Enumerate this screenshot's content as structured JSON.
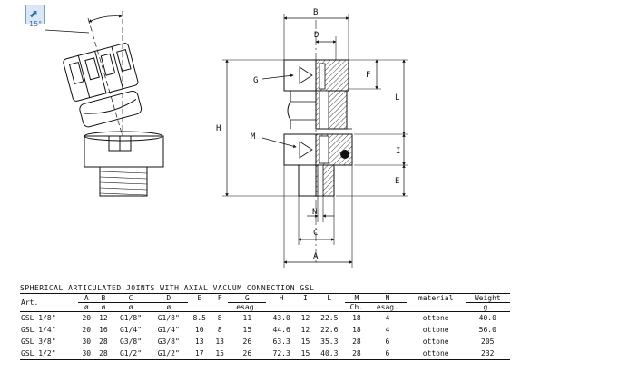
{
  "diagram": {
    "dimension_labels": {
      "B": "B",
      "D": "D",
      "F": "F",
      "G": "G",
      "H": "H",
      "L": "L",
      "M": "M",
      "I": "I",
      "E": "E",
      "N": "N",
      "C": "C",
      "A": "A"
    },
    "angle_label": "15°"
  },
  "table": {
    "title": "SPHERICAL ARTICULATED JOINTS WITH AXIAL VACUUM CONNECTION GSL",
    "headers": {
      "art": "Art.",
      "A": "A",
      "A_sub": "ø",
      "B": "B",
      "B_sub": "ø",
      "C": "C",
      "C_sub": "ø",
      "D": "D",
      "D_sub": "ø",
      "E": "E",
      "F": "F",
      "G": "G",
      "G_sub": "esag.",
      "H": "H",
      "I": "I",
      "L": "L",
      "M": "M",
      "M_sub": "Ch.",
      "N": "N",
      "N_sub": "esag.",
      "material": "material",
      "weight": "Weight",
      "weight_sub": "g."
    },
    "rows": [
      {
        "art": "GSL 1/8\"",
        "A": "20",
        "B": "12",
        "C": "G1/8\"",
        "D": "G1/8\"",
        "E": "8.5",
        "F": "8",
        "G": "11",
        "H": "43.0",
        "I": "12",
        "L": "22.5",
        "M": "18",
        "N": "4",
        "material": "ottone",
        "weight": "40.0"
      },
      {
        "art": "GSL 1/4\"",
        "A": "20",
        "B": "16",
        "C": "G1/4\"",
        "D": "G1/4\"",
        "E": "10",
        "F": "8",
        "G": "15",
        "H": "44.6",
        "I": "12",
        "L": "22.6",
        "M": "18",
        "N": "4",
        "material": "ottone",
        "weight": "56.0"
      },
      {
        "art": "GSL 3/8\"",
        "A": "30",
        "B": "28",
        "C": "G3/8\"",
        "D": "G3/8\"",
        "E": "13",
        "F": "13",
        "G": "26",
        "H": "63.3",
        "I": "15",
        "L": "35.3",
        "M": "28",
        "N": "6",
        "material": "ottone",
        "weight": "205"
      },
      {
        "art": "GSL 1/2\"",
        "A": "30",
        "B": "28",
        "C": "G1/2\"",
        "D": "G1/2\"",
        "E": "17",
        "F": "15",
        "G": "26",
        "H": "72.3",
        "I": "15",
        "L": "40.3",
        "M": "28",
        "N": "6",
        "material": "ottone",
        "weight": "232"
      }
    ]
  }
}
